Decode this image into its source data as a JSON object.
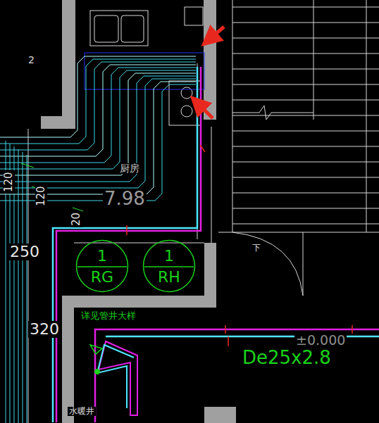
{
  "diagram": {
    "nodes": [
      {
        "text": [
          "1",
          "RG"
        ]
      },
      {
        "text": [
          "1",
          "RH"
        ]
      }
    ],
    "labels": [
      "2",
      "厨房",
      "7.98",
      "120",
      "120",
      "20",
      "250",
      "320",
      "详见管井大样",
      "±0.000",
      "De25x2.8",
      "下",
      "水暖井"
    ]
  }
}
